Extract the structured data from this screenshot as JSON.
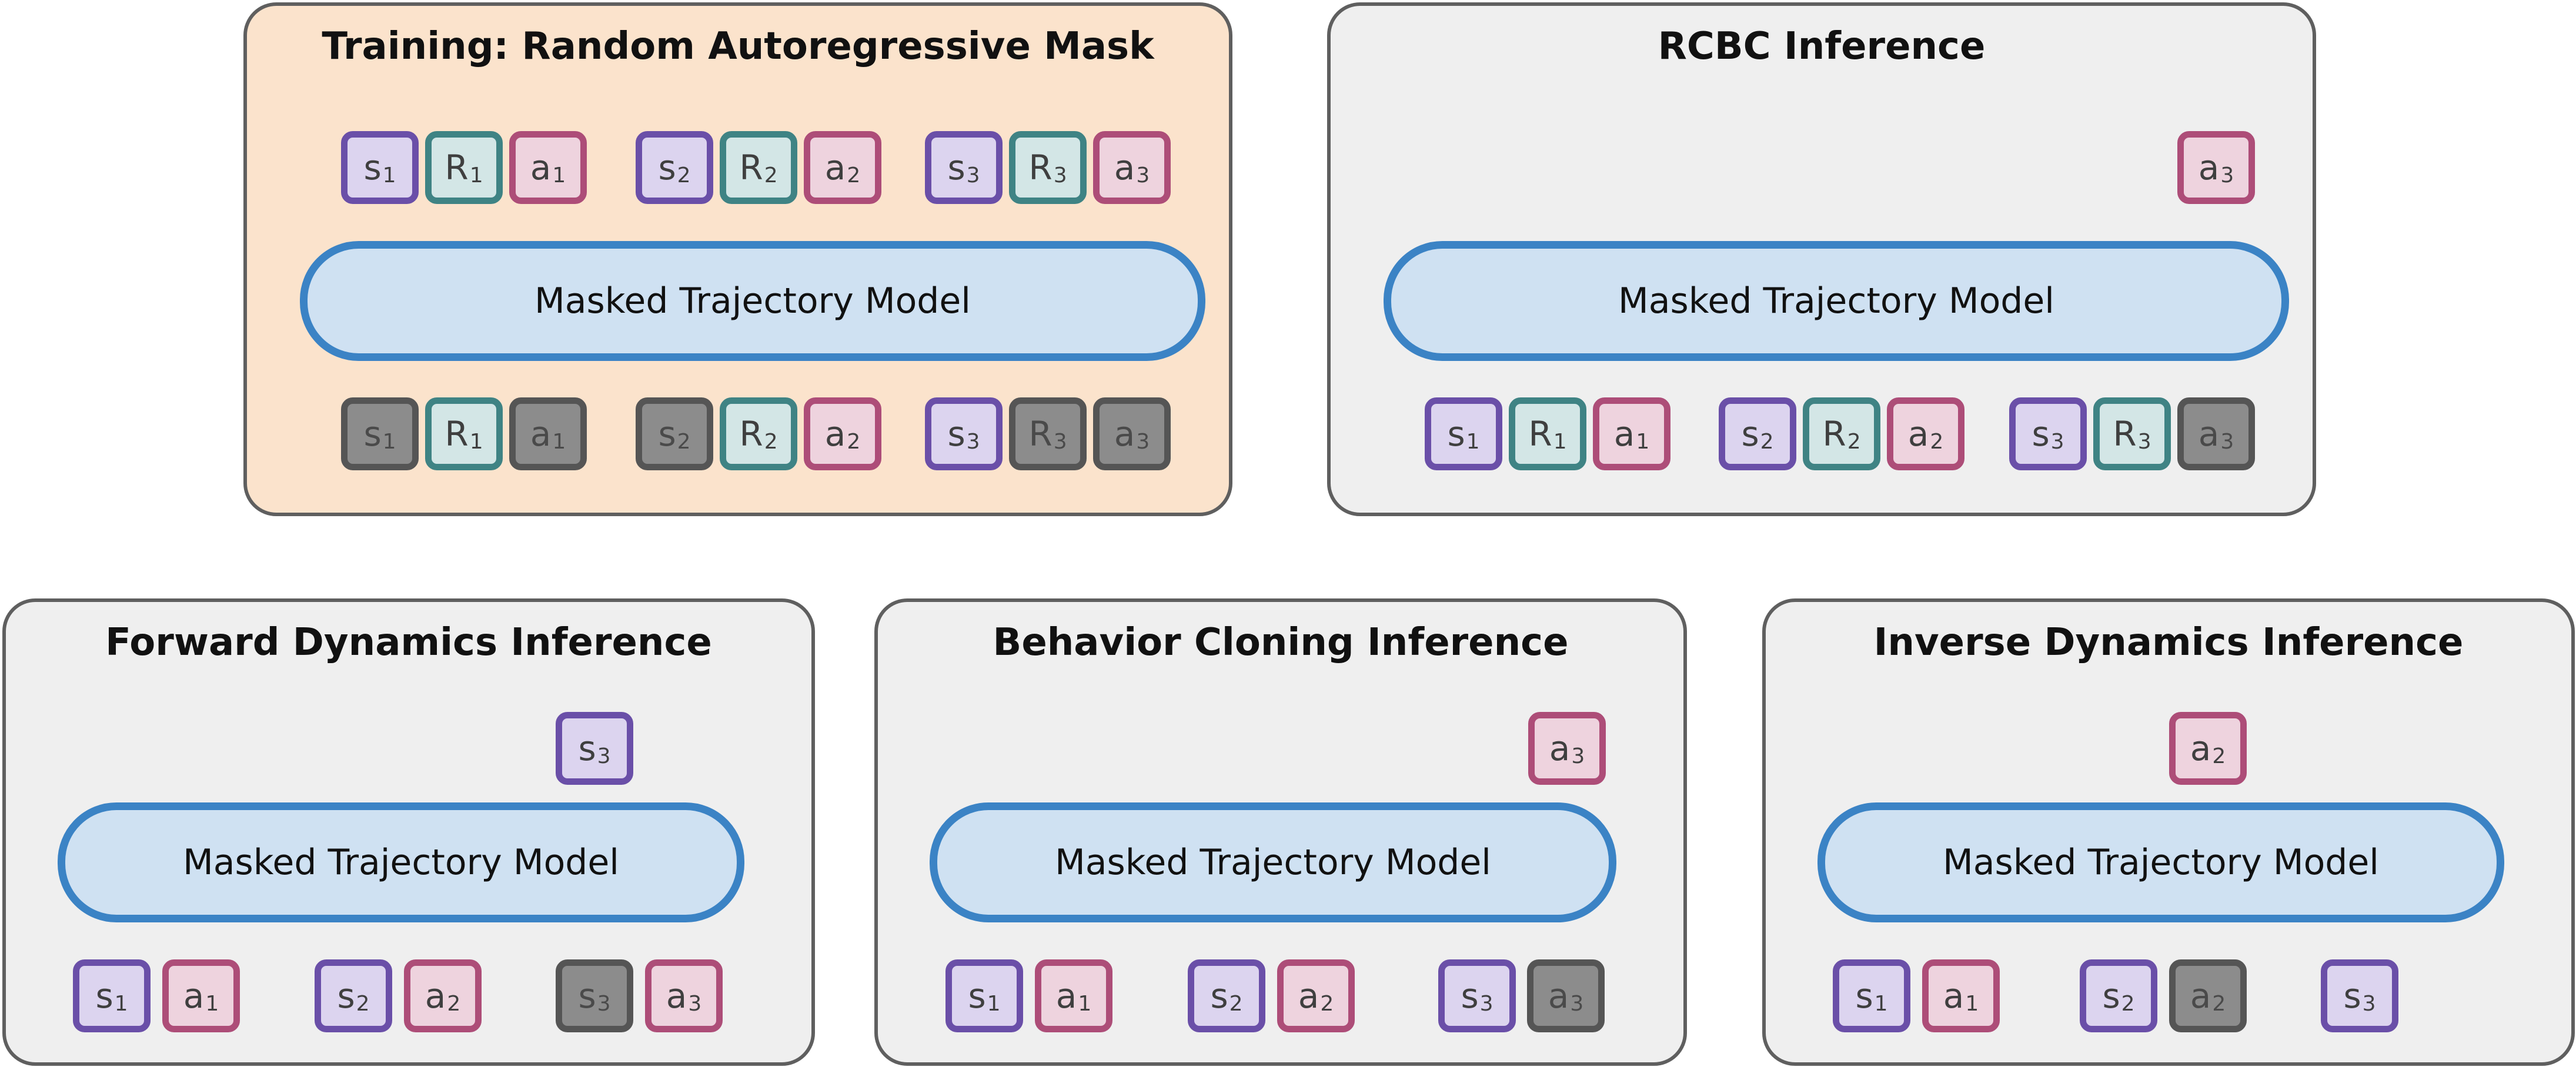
{
  "model_label": "Masked Trajectory Model",
  "colors": {
    "state_fill": "#dcd4ef",
    "state_border": "#6a4fa8",
    "return_fill": "#d3e6e6",
    "return_border": "#3f8384",
    "action_fill": "#eed3de",
    "action_border": "#ad4d78",
    "masked_fill": "#8c8c8c",
    "masked_border": "#555555",
    "model_fill": "#cfe1f2",
    "model_border": "#3b83c5",
    "training_bg": "#fbe3cc",
    "inference_bg": "#efefef"
  },
  "panels": [
    {
      "id": "training",
      "title": "Training: Random Autoregressive Mask",
      "outputs": [
        {
          "letter": "s",
          "sub": "1",
          "kind": "s"
        },
        {
          "letter": "R",
          "sub": "1",
          "kind": "r"
        },
        {
          "letter": "a",
          "sub": "1",
          "kind": "a"
        },
        {
          "letter": "s",
          "sub": "2",
          "kind": "s"
        },
        {
          "letter": "R",
          "sub": "2",
          "kind": "r"
        },
        {
          "letter": "a",
          "sub": "2",
          "kind": "a"
        },
        {
          "letter": "s",
          "sub": "3",
          "kind": "s"
        },
        {
          "letter": "R",
          "sub": "3",
          "kind": "r"
        },
        {
          "letter": "a",
          "sub": "3",
          "kind": "a"
        }
      ],
      "inputs": [
        {
          "letter": "s",
          "sub": "1",
          "kind": "m"
        },
        {
          "letter": "R",
          "sub": "1",
          "kind": "r"
        },
        {
          "letter": "a",
          "sub": "1",
          "kind": "m"
        },
        {
          "letter": "s",
          "sub": "2",
          "kind": "m"
        },
        {
          "letter": "R",
          "sub": "2",
          "kind": "r"
        },
        {
          "letter": "a",
          "sub": "2",
          "kind": "a"
        },
        {
          "letter": "s",
          "sub": "3",
          "kind": "s"
        },
        {
          "letter": "R",
          "sub": "3",
          "kind": "m"
        },
        {
          "letter": "a",
          "sub": "3",
          "kind": "m"
        }
      ]
    },
    {
      "id": "rcbc",
      "title": "RCBC Inference",
      "outputs": [
        {
          "letter": "a",
          "sub": "3",
          "kind": "a"
        }
      ],
      "inputs": [
        {
          "letter": "s",
          "sub": "1",
          "kind": "s"
        },
        {
          "letter": "R",
          "sub": "1",
          "kind": "r"
        },
        {
          "letter": "a",
          "sub": "1",
          "kind": "a"
        },
        {
          "letter": "s",
          "sub": "2",
          "kind": "s"
        },
        {
          "letter": "R",
          "sub": "2",
          "kind": "r"
        },
        {
          "letter": "a",
          "sub": "2",
          "kind": "a"
        },
        {
          "letter": "s",
          "sub": "3",
          "kind": "s"
        },
        {
          "letter": "R",
          "sub": "3",
          "kind": "r"
        },
        {
          "letter": "a",
          "sub": "3",
          "kind": "m"
        }
      ]
    },
    {
      "id": "forward",
      "title": "Forward Dynamics Inference",
      "outputs": [
        {
          "letter": "s",
          "sub": "3",
          "kind": "s"
        }
      ],
      "inputs": [
        {
          "letter": "s",
          "sub": "1",
          "kind": "s"
        },
        {
          "letter": "a",
          "sub": "1",
          "kind": "a"
        },
        {
          "letter": "s",
          "sub": "2",
          "kind": "s"
        },
        {
          "letter": "a",
          "sub": "2",
          "kind": "a"
        },
        {
          "letter": "s",
          "sub": "3",
          "kind": "m"
        },
        {
          "letter": "a",
          "sub": "3",
          "kind": "a"
        }
      ]
    },
    {
      "id": "bc",
      "title": "Behavior Cloning Inference",
      "outputs": [
        {
          "letter": "a",
          "sub": "3",
          "kind": "a"
        }
      ],
      "inputs": [
        {
          "letter": "s",
          "sub": "1",
          "kind": "s"
        },
        {
          "letter": "a",
          "sub": "1",
          "kind": "a"
        },
        {
          "letter": "s",
          "sub": "2",
          "kind": "s"
        },
        {
          "letter": "a",
          "sub": "2",
          "kind": "a"
        },
        {
          "letter": "s",
          "sub": "3",
          "kind": "s"
        },
        {
          "letter": "a",
          "sub": "3",
          "kind": "m"
        }
      ]
    },
    {
      "id": "inverse",
      "title": "Inverse Dynamics Inference",
      "outputs": [
        {
          "letter": "a",
          "sub": "2",
          "kind": "a"
        }
      ],
      "inputs": [
        {
          "letter": "s",
          "sub": "1",
          "kind": "s"
        },
        {
          "letter": "a",
          "sub": "1",
          "kind": "a"
        },
        {
          "letter": "s",
          "sub": "2",
          "kind": "s"
        },
        {
          "letter": "a",
          "sub": "2",
          "kind": "m"
        },
        {
          "letter": "s",
          "sub": "3",
          "kind": "s"
        }
      ]
    }
  ]
}
